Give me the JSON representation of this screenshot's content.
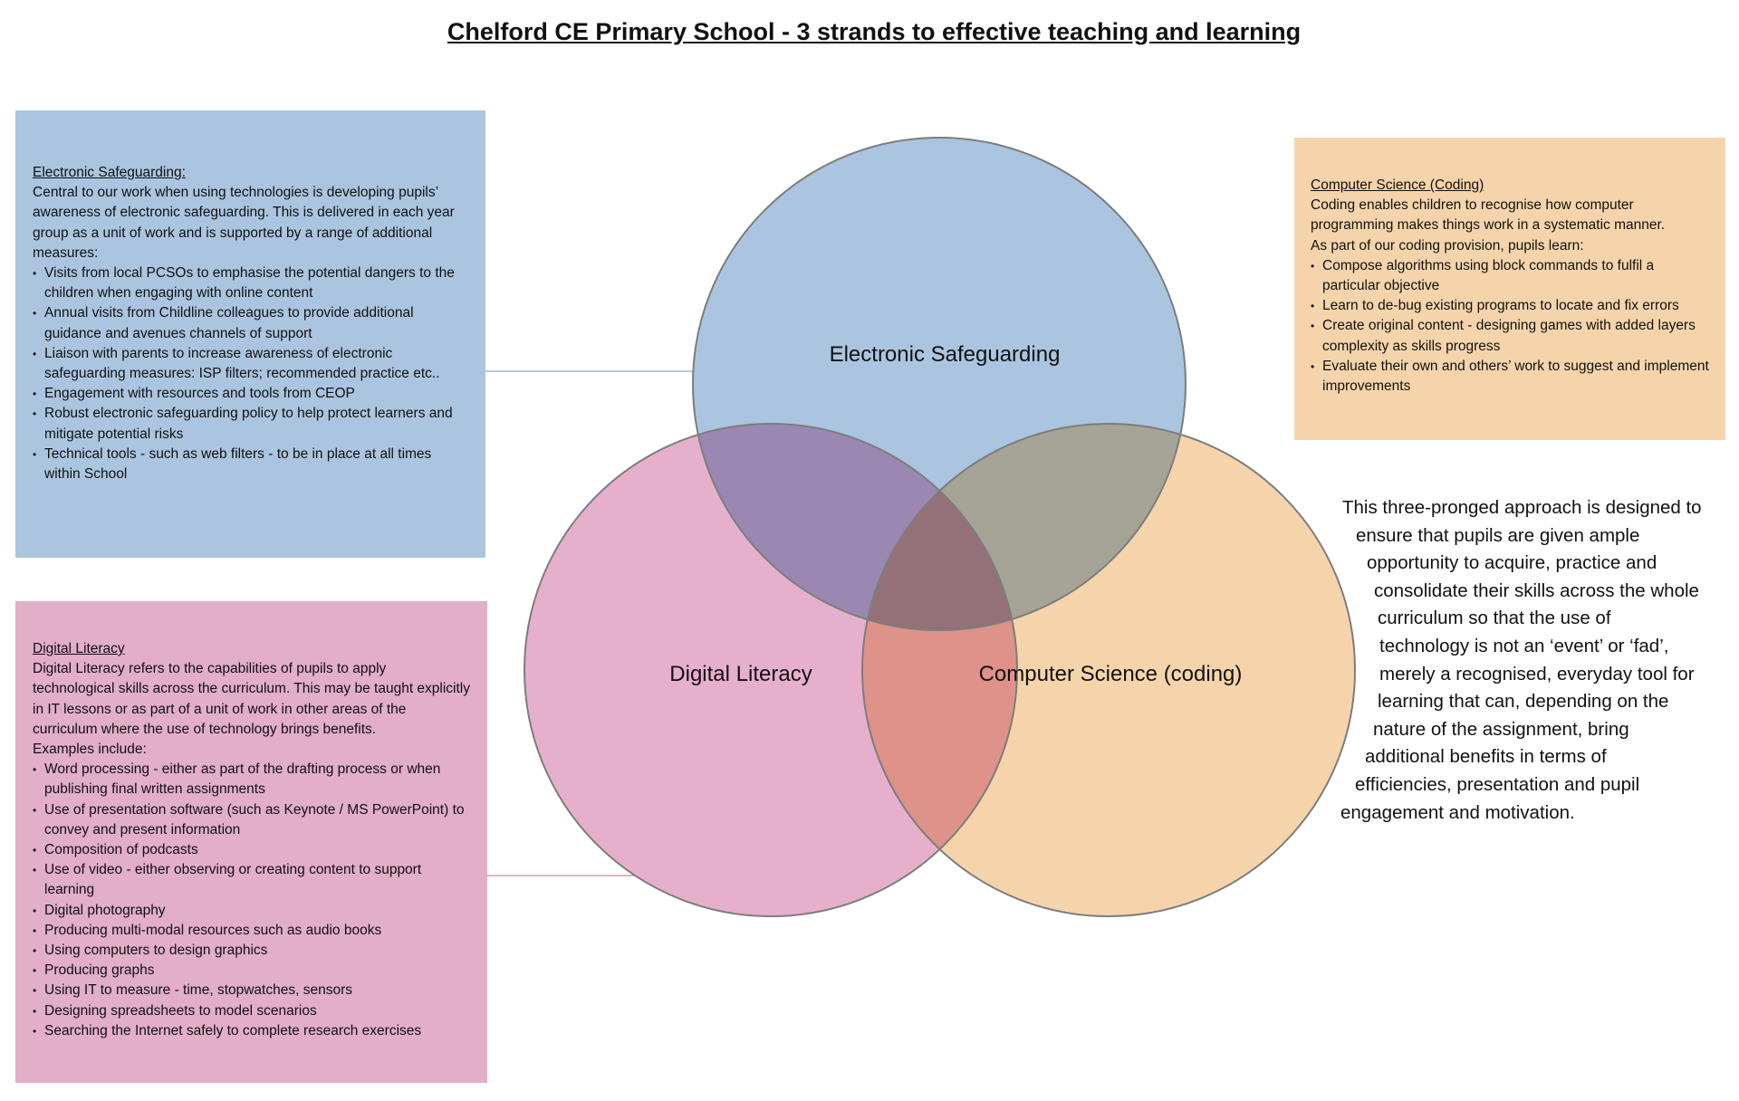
{
  "title": "Chelford CE Primary School - 3 strands to effective teaching and learning",
  "colors": {
    "blue": "#abc5e0",
    "pink": "#e2aec8",
    "orange": "#f6d4ab"
  },
  "safeguarding_box": {
    "heading": "Electronic Safeguarding:",
    "intro": "Central to our work when using technologies is developing pupils’ awareness of electronic safeguarding. This is delivered in each year group as a unit of work and is supported by a range of additional measures:",
    "items": [
      "Visits from local PCSOs to emphasise the potential dangers to the children when engaging with online content",
      "Annual visits from Childline colleagues to provide additional guidance and avenues channels of support",
      "Liaison with parents to increase awareness of electronic safeguarding measures: ISP filters; recommended practice etc..",
      "Engagement with resources and tools from CEOP",
      "Robust electronic safeguarding policy to help protect learners and mitigate potential risks",
      "Technical tools - such as web filters - to be in place at all times within School"
    ]
  },
  "literacy_box": {
    "heading": "Digital Literacy",
    "intro": "Digital Literacy refers to the capabilities of pupils to apply technological skills across the curriculum. This may be taught explicitly in IT lessons or as part of a unit of work in other areas of the curriculum where the use of technology brings benefits.",
    "examples_label": "Examples include:",
    "items": [
      "Word processing - either as part of the drafting process or when publishing final written assignments",
      "Use of presentation software (such as Keynote / MS PowerPoint) to convey and present information",
      "Composition of podcasts",
      "Use of video - either observing or creating content to support learning",
      "Digital photography",
      "Producing multi-modal resources such as audio books",
      "Using computers to design graphics",
      "Producing graphs",
      "Using IT to measure - time, stopwatches, sensors",
      "Designing spreadsheets to model scenarios",
      "Searching the Internet safely to complete research exercises"
    ]
  },
  "coding_box": {
    "heading": "Computer Science (Coding)",
    "intro": "Coding enables children to recognise how computer programming makes things work in a systematic manner.",
    "intro2": "As part of our coding provision, pupils learn:",
    "items": [
      "Compose algorithms using block commands to fulfil a particular objective",
      "Learn to de-bug existing programs to locate and fix errors",
      "Create original content - designing games with added layers complexity as skills progress",
      "Evaluate their own and others’ work to suggest and implement improvements"
    ]
  },
  "venn": {
    "top_label": "Electronic Safeguarding",
    "left_label": "Digital Literacy",
    "right_label": "Computer Science (coding)"
  },
  "summary_lines": [
    "This three-pronged approach is designed to",
    "ensure that pupils are given ample",
    "opportunity to acquire, practice and",
    "consolidate their skills across the whole",
    "curriculum so that the use of",
    "technology is not an ‘event’ or ‘fad’,",
    "merely a recognised, everyday tool for",
    "learning that can, depending on the",
    "nature of the assignment, bring",
    "additional benefits in terms of",
    "efficiencies, presentation and pupil",
    "engagement and motivation."
  ]
}
